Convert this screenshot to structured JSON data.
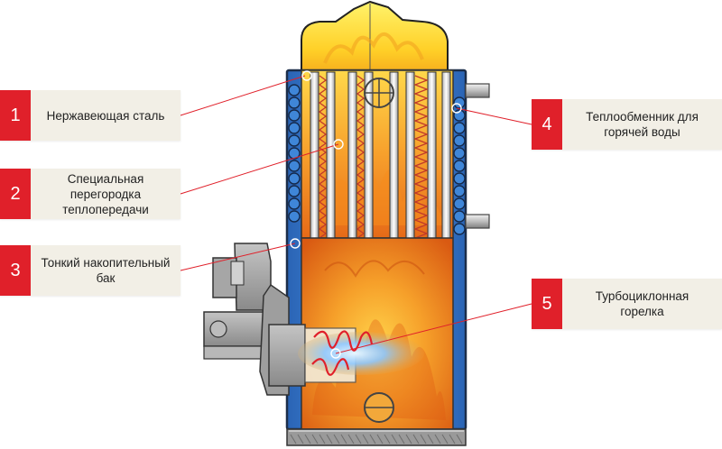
{
  "colors": {
    "accent_red": "#e0202a",
    "callout_bg": "#f2efe6",
    "tank_blue": "#3b7fd0",
    "flame_orange": "#f08a1c",
    "flame_yellow": "#fff06a"
  },
  "callouts": [
    {
      "number": "1",
      "label": "Нержавеющая сталь"
    },
    {
      "number": "2",
      "label": "Специальная\nперегородка\nтеплопередачи"
    },
    {
      "number": "3",
      "label": "Тонкий накопительный\nбак"
    },
    {
      "number": "4",
      "label": "Теплообменник для\nгорячей воды"
    },
    {
      "number": "5",
      "label": "Турбоциклонная\nгорелка"
    }
  ]
}
